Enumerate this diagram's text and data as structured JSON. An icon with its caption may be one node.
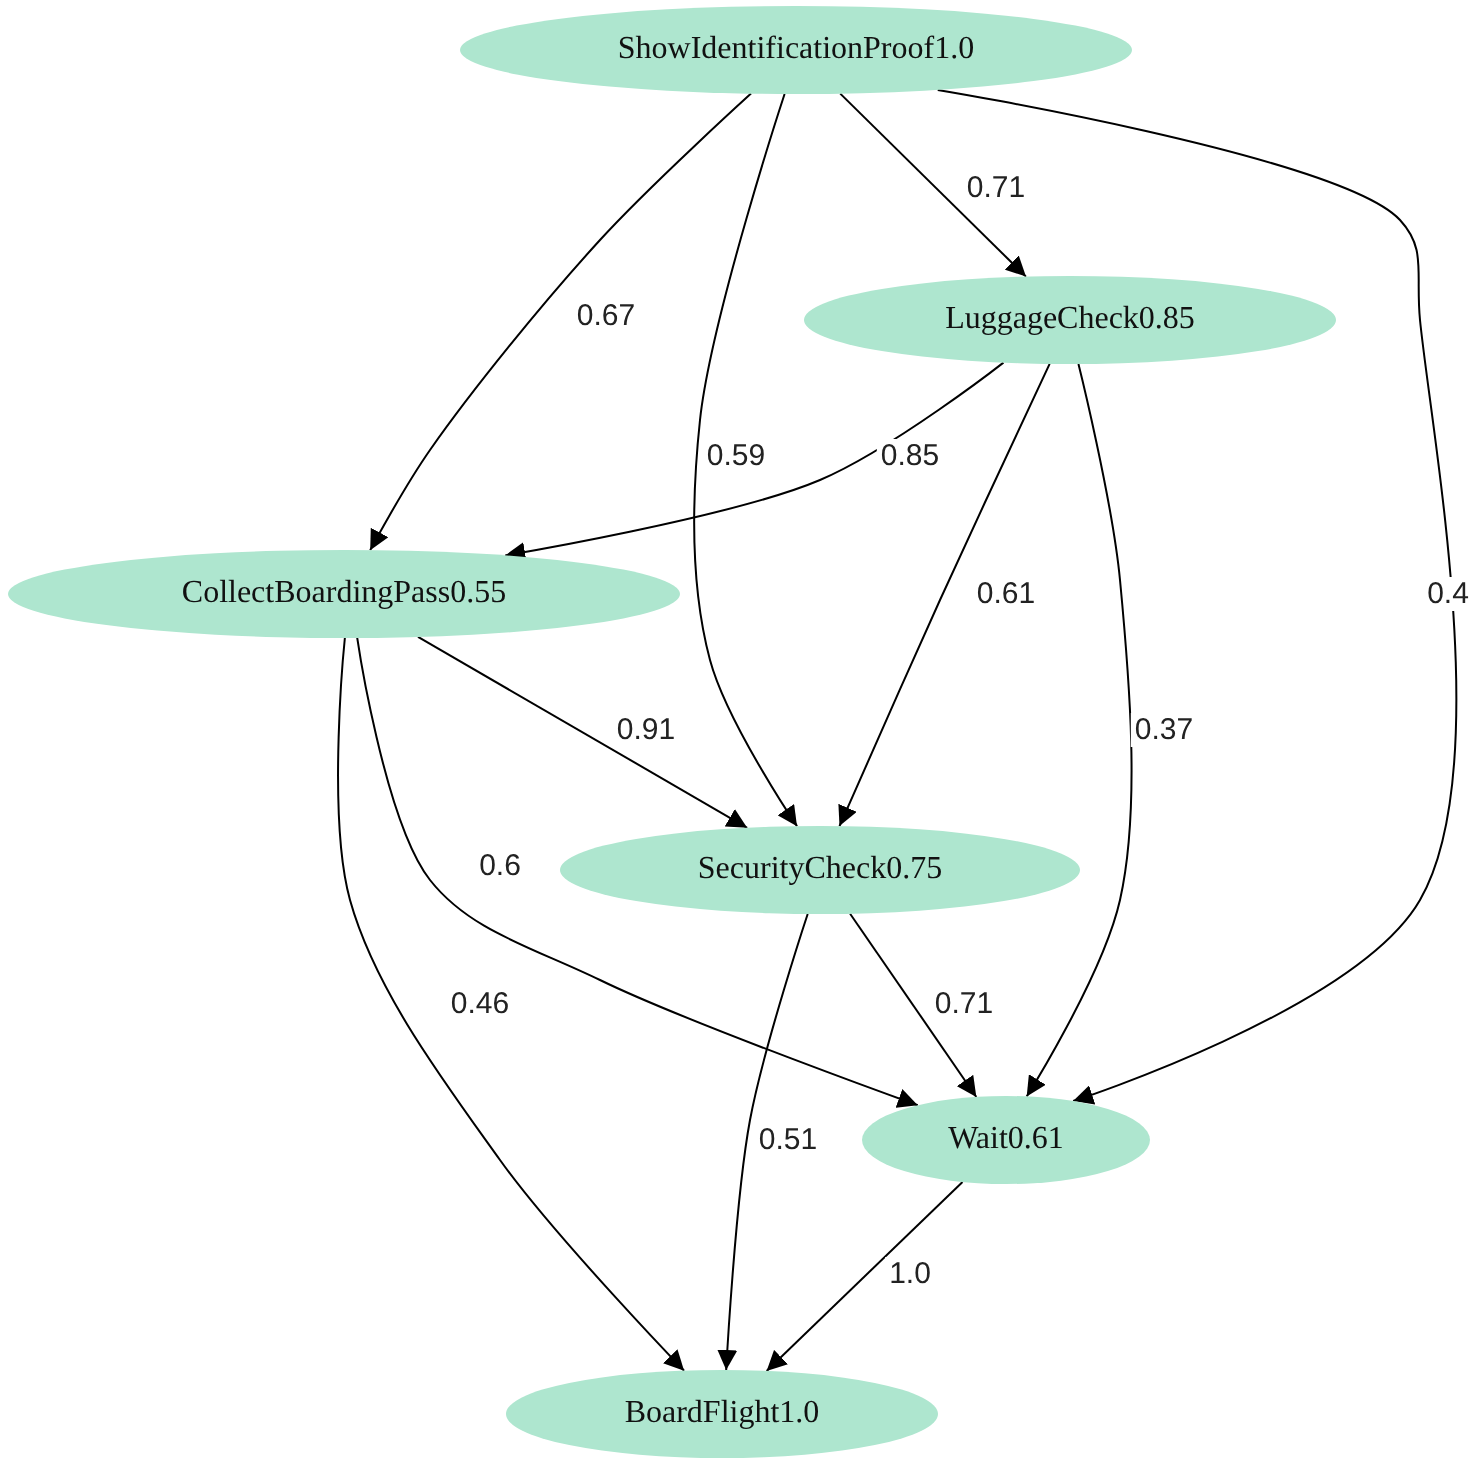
{
  "diagram": {
    "nodes": [
      {
        "text": [
          "ShowIdentificationProof1.0"
        ]
      },
      {
        "text": [
          "LuggageCheck0.85"
        ]
      },
      {
        "text": [
          "CollectBoardingPass0.55"
        ]
      },
      {
        "text": [
          "SecurityCheck0.75"
        ]
      },
      {
        "text": [
          "Wait0.61"
        ]
      },
      {
        "text": [
          "BoardFlight1.0"
        ]
      }
    ],
    "edges": [
      {
        "from": 0,
        "to": 2,
        "arrow": "to",
        "label": "0.67"
      },
      {
        "from": 0,
        "to": 3,
        "arrow": "to",
        "label": "0.59"
      },
      {
        "from": 0,
        "to": 1,
        "arrow": "to",
        "label": "0.71"
      },
      {
        "from": 0,
        "to": 4,
        "arrow": "to",
        "label": "0.4"
      },
      {
        "from": 1,
        "to": 2,
        "arrow": "to",
        "label": "0.85"
      },
      {
        "from": 1,
        "to": 3,
        "arrow": "to",
        "label": "0.61"
      },
      {
        "from": 1,
        "to": 4,
        "arrow": "to",
        "label": "0.37"
      },
      {
        "from": 2,
        "to": 3,
        "arrow": "to",
        "label": "0.91"
      },
      {
        "from": 2,
        "to": 4,
        "arrow": "to",
        "label": "0.6"
      },
      {
        "from": 2,
        "to": 5,
        "arrow": "to",
        "label": "0.46"
      },
      {
        "from": 3,
        "to": 4,
        "arrow": "to",
        "label": "0.71"
      },
      {
        "from": 3,
        "to": 5,
        "arrow": "to",
        "label": "0.51"
      },
      {
        "from": 4,
        "to": 5,
        "arrow": "to",
        "label": "1.0"
      }
    ]
  }
}
